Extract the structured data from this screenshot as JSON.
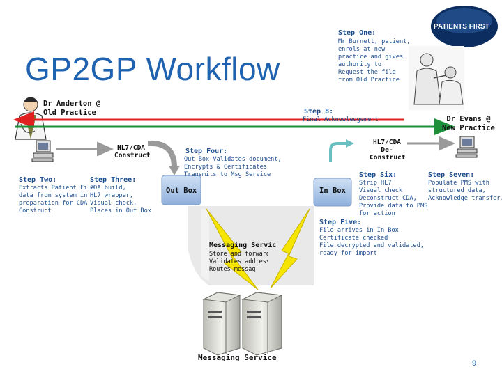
{
  "title": "GP2GP Workflow",
  "logo_text": "PATIENTS FIRST",
  "page_number": "9",
  "actors": {
    "left": {
      "line1": "Dr Anderton @",
      "line2": "Old Practice"
    },
    "right": {
      "line1": "Dr Evans @",
      "line2": "New Practice"
    }
  },
  "steps": {
    "one": {
      "heading": "Step One:",
      "lines": [
        "Mr Burnett, patient,",
        "enrols at new",
        "practice and gives",
        "authority to",
        "Request the file",
        "from Old Practice"
      ]
    },
    "two": {
      "heading": "Step Two:",
      "lines": [
        "Extracts Patient File",
        "data from system in",
        "preparation for CDA",
        "Construct"
      ]
    },
    "three": {
      "heading": "Step Three:",
      "lines": [
        "CDA build,",
        "HL7 wrapper,",
        "Visual check,",
        "Places in Out Box"
      ]
    },
    "four": {
      "heading": "Step Four:",
      "lines": [
        "Out Box Validates document,",
        "Encrypts & Certificates",
        "Transmits to Msg Service"
      ]
    },
    "five": {
      "heading": "Step Five:",
      "lines": [
        "File arrives in In Box",
        "Certificate checked",
        "File decrypted and validated,",
        "ready for import"
      ]
    },
    "six": {
      "heading": "Step Six:",
      "lines": [
        "Strip HL7",
        "Visual check",
        "Deconstruct CDA,",
        "Provide data to PMS",
        "for action"
      ]
    },
    "seven": {
      "heading": "Step Seven:",
      "lines": [
        "Populate PMS with",
        "structured data,",
        "Acknowledge transfer."
      ]
    },
    "eight": {
      "heading": "Step 8:",
      "lines": [
        "Final Acknowledgement"
      ]
    }
  },
  "boxes": {
    "construct": {
      "line1": "HL7/CDA",
      "line2": "Construct"
    },
    "deconstruct": {
      "line1": "HL7/CDA",
      "line2": "De-",
      "line3": "Construct"
    },
    "outbox": "Out Box",
    "inbox": "In Box",
    "msg_box": {
      "heading": "Messaging Servic",
      "lines": [
        "Store and forward,",
        "Validates address",
        "Routes messag"
      ]
    },
    "servers_label": "Messaging Service"
  },
  "colors": {
    "title": "#1f63b0",
    "steps": "#1c4d8c",
    "arrow_red": "#e02020",
    "arrow_green": "#1f8f3a",
    "arrow_gray": "#9a9a9a"
  }
}
